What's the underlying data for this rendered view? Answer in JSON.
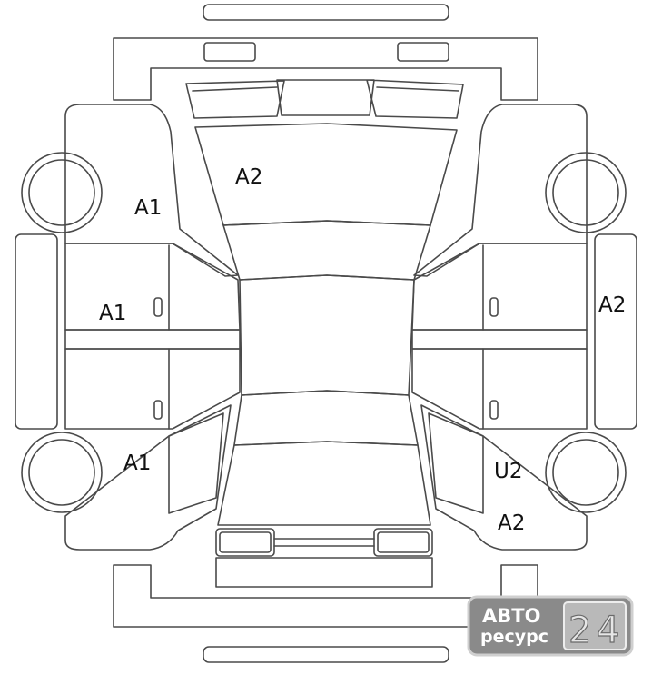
{
  "damage_marks": {
    "hood": "A2",
    "front_left_fender": "A1",
    "left_front_door": "A1",
    "rear_left_fender": "A1",
    "right_side_sill": "A2",
    "rear_right_door": "U2",
    "rear_right_fender": "A2"
  },
  "watermark": {
    "brand": "АВТО",
    "sub": "ресурс",
    "digit_1": "2",
    "digit_2": "4"
  }
}
